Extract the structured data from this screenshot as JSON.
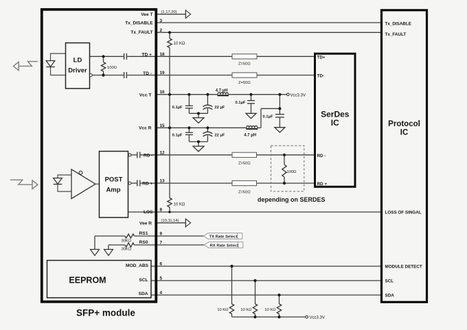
{
  "module": {
    "name": "SFP+ module",
    "pins": [
      {
        "label": "Vee T",
        "pin": "(1,17,20)"
      },
      {
        "label": "Tx_DISABLE",
        "pin": "3"
      },
      {
        "label": "Tx_FAULT",
        "pin": "2"
      },
      {
        "label": "TD +",
        "pin": "18"
      },
      {
        "label": "TD -",
        "pin": "19"
      },
      {
        "label": "Vcc T",
        "pin": "16"
      },
      {
        "label": "Vcc R",
        "pin": "15"
      },
      {
        "label": "RD -",
        "pin": "12"
      },
      {
        "label": "RD +",
        "pin": "13"
      },
      {
        "label": "LOS",
        "pin": "8"
      },
      {
        "label": "Vee R",
        "pin": "(10,11,14)"
      },
      {
        "label": "RS1",
        "pin": "9"
      },
      {
        "label": "RS0",
        "pin": "7"
      },
      {
        "label": "MOD_ABS",
        "pin": "6"
      },
      {
        "label": "SCL",
        "pin": "5"
      },
      {
        "label": "SDA",
        "pin": "4"
      }
    ],
    "blocks": {
      "ld_driver_line1": "LD",
      "ld_driver_line2": "Driver",
      "post_amp_line1": "POST",
      "post_amp_line2": "Amp",
      "eeprom": "EEPROM"
    }
  },
  "ics": {
    "serdes": {
      "name_line1": "SerDes",
      "name_line2": "IC",
      "pin_td_p": "TD+",
      "pin_td_m": "TD-",
      "pin_rd_m": "RD -",
      "pin_rd_p": "RD +"
    },
    "protocol": {
      "name_line1": "Protocol",
      "name_line2": "IC",
      "pin_tx_disable": "Tx_DISABLE",
      "pin_tx_fault": "Tx_FAULT",
      "pin_los": "LOSS OF SINGAL",
      "pin_module_detect": "MODULE DETECT",
      "pin_scl": "SCL",
      "pin_sda": "SDA"
    }
  },
  "components": {
    "pullup_10k": "10 KΩ",
    "termination_100": "100Ω",
    "tline_z50": "Z=50Ω",
    "inductor_4u7": "4.7 µH",
    "cap_100n": "0.1µF",
    "cap_22u": "22 µF",
    "rs_pulldown_30k": "30KΩ",
    "vcc_rail": "Vcc3.3V"
  },
  "annotations": {
    "depending_on_serdes": "depending on SERDES",
    "tx_rate_select": "TX Rate Select",
    "rx_rate_select": "RX Rate Select"
  },
  "colors": {
    "background": "#f5f5f3",
    "line": "#3f3f3f",
    "box_border": "#0a0a0a",
    "text": "#161616"
  }
}
